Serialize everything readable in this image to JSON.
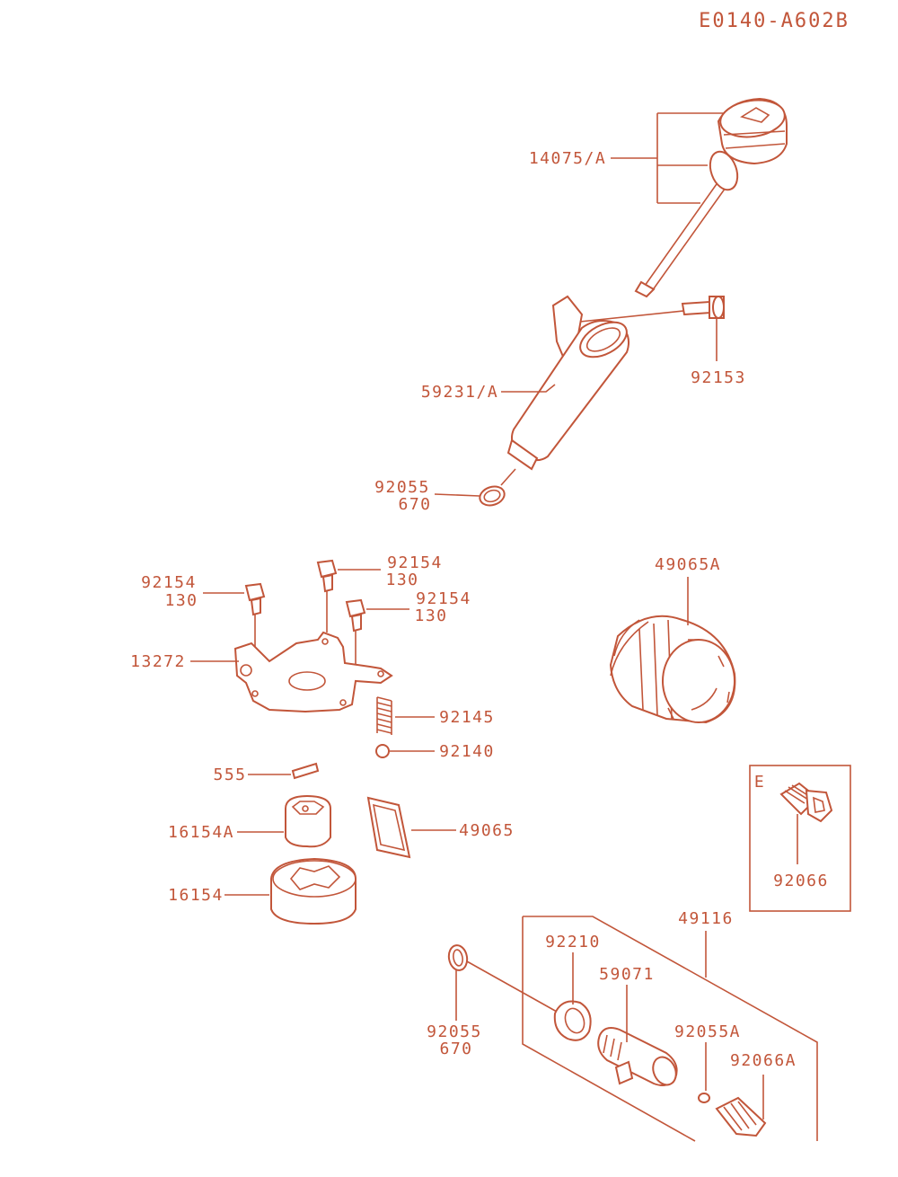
{
  "diagram": {
    "code": "E0140-A602B",
    "labels": {
      "dipstick": "14075/A",
      "bolt_tube": "92153",
      "filler_tube": "59231/A",
      "oring_tube_a": "92055",
      "oring_tube_b": "670",
      "bolt_left_a": "92154",
      "bolt_left_b": "130",
      "bolt_mid_a": "92154",
      "bolt_mid_b": "130",
      "bolt_right_a": "92154",
      "bolt_right_b": "130",
      "pump_cover": "13272",
      "spring": "92145",
      "ball": "92140",
      "pin": "555",
      "inner_rotor": "16154A",
      "gasket": "49065",
      "outer_rotor": "16154",
      "oil_filter": "49065A",
      "detail_e_letter": "E",
      "detail_e_plug": "92066",
      "assembly": "49116",
      "nut": "92210",
      "fitting": "59071",
      "oring_fitting_a": "92055",
      "oring_fitting_b": "670",
      "washer": "92055A",
      "drain_plug": "92066A"
    }
  }
}
